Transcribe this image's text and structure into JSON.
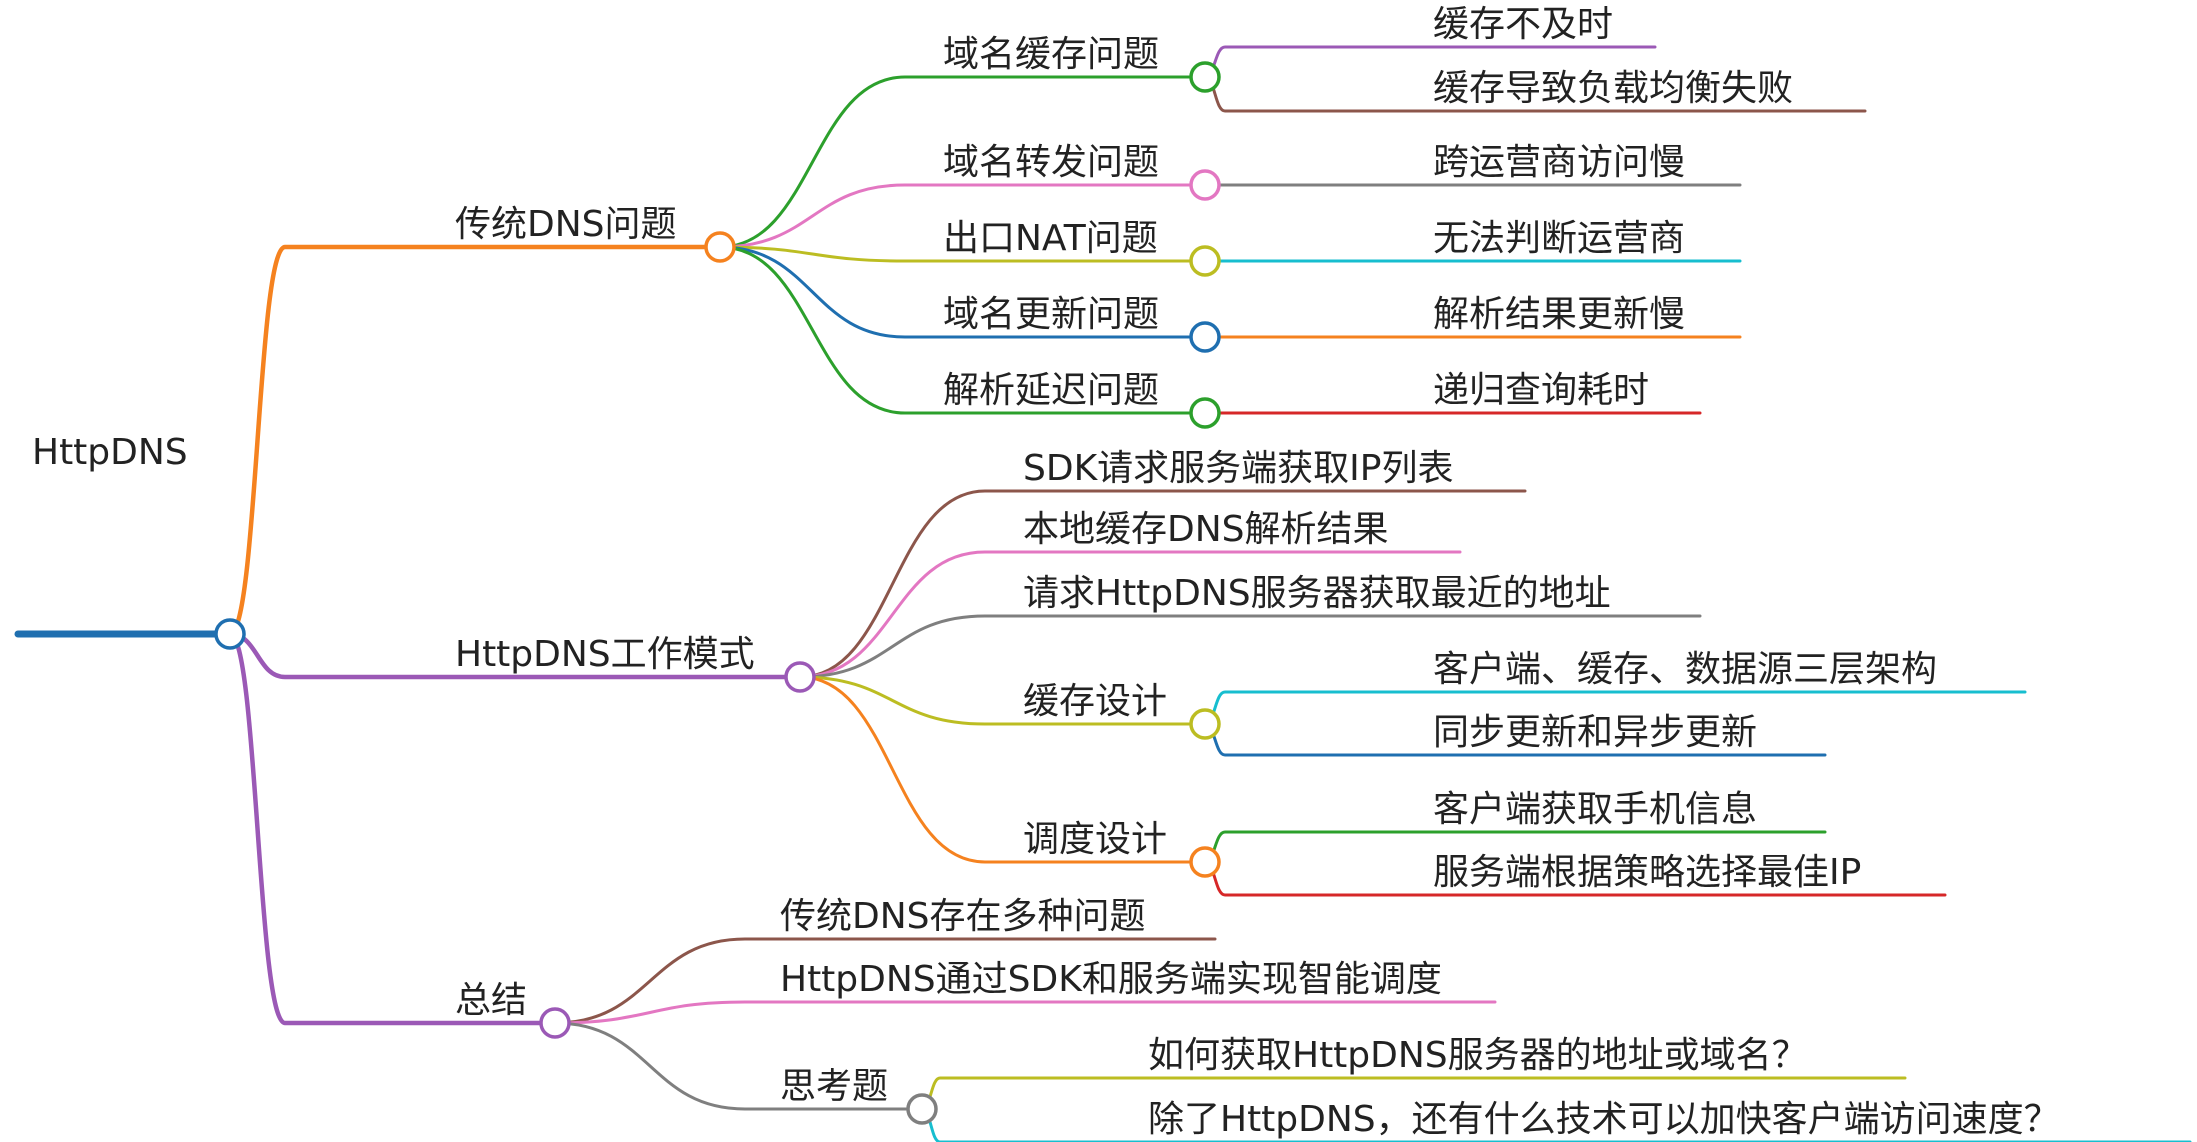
{
  "root": {
    "label": "HttpDNS",
    "color": "#1f6fb0"
  },
  "branches": [
    {
      "label": "传统DNS问题",
      "color": "#f5821f",
      "children": [
        {
          "label": "域名缓存问题",
          "color": "#2ca02c",
          "children": [
            {
              "label": "缓存不及时",
              "color": "#9b59b6"
            },
            {
              "label": "缓存导致负载均衡失败",
              "color": "#8c564b"
            }
          ]
        },
        {
          "label": "域名转发问题",
          "color": "#e377c2",
          "children": [
            {
              "label": "跨运营商访问慢",
              "color": "#7f7f7f"
            }
          ]
        },
        {
          "label": "出口NAT问题",
          "color": "#bcbd22",
          "children": [
            {
              "label": "无法判断运营商",
              "color": "#17becf"
            }
          ]
        },
        {
          "label": "域名更新问题",
          "color": "#1f6fb0",
          "children": [
            {
              "label": "解析结果更新慢",
              "color": "#f5821f"
            }
          ]
        },
        {
          "label": "解析延迟问题",
          "color": "#2ca02c",
          "children": [
            {
              "label": "递归查询耗时",
              "color": "#d62728"
            }
          ]
        }
      ]
    },
    {
      "label": "HttpDNS工作模式",
      "color": "#9b59b6",
      "children": [
        {
          "label": "SDK请求服务端获取IP列表",
          "color": "#8c564b"
        },
        {
          "label": "本地缓存DNS解析结果",
          "color": "#e377c2"
        },
        {
          "label": "请求HttpDNS服务器获取最近的地址",
          "color": "#7f7f7f"
        },
        {
          "label": "缓存设计",
          "color": "#bcbd22",
          "children": [
            {
              "label": "客户端、缓存、数据源三层架构",
              "color": "#17becf"
            },
            {
              "label": "同步更新和异步更新",
              "color": "#1f6fb0"
            }
          ]
        },
        {
          "label": "调度设计",
          "color": "#f5821f",
          "children": [
            {
              "label": "客户端获取手机信息",
              "color": "#2ca02c"
            },
            {
              "label": "服务端根据策略选择最佳IP",
              "color": "#d62728"
            }
          ]
        }
      ]
    },
    {
      "label": "总结",
      "color": "#9b59b6",
      "children": [
        {
          "label": "传统DNS存在多种问题",
          "color": "#8c564b"
        },
        {
          "label": "HttpDNS通过SDK和服务端实现智能调度",
          "color": "#e377c2"
        },
        {
          "label": "思考题",
          "color": "#7f7f7f",
          "children": [
            {
              "label": "如何获取HttpDNS服务器的地址或域名？",
              "color": "#bcbd22"
            },
            {
              "label": "除了HttpDNS，还有什么技术可以加快客户端访问速度？",
              "color": "#17becf"
            }
          ]
        }
      ]
    }
  ]
}
